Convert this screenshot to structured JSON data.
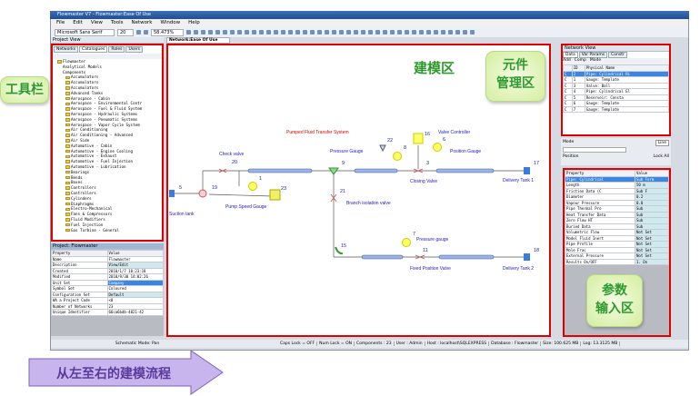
{
  "window": {
    "title": "Flowmaster V7 - Flowmaster:Ease Of Use",
    "menu": [
      "File",
      "Edit",
      "View",
      "Tools",
      "Network",
      "Window",
      "Help"
    ]
  },
  "toolbar": {
    "font": "Microsoft Sans Serif",
    "size": "20",
    "zoom": "58.473%"
  },
  "project_view": {
    "title": "Project View",
    "tabs": [
      "Networks",
      "Catalogues",
      "Roles",
      "Users"
    ],
    "tree": [
      "Flowmaster",
      "Analytical Models",
      "Components",
      "Accumulators",
      "Accumulators",
      "Accumulators",
      "Advanced Tanks",
      "Aerospace - Cabin",
      "Aerospace - Environmental Contr",
      "Aerospace - Fuel & Fluid System",
      "Aerospace - Hydraulic Systems",
      "Aerospace - Pneumatic Systems",
      "Aerospace - Vapor Cycle System",
      "Air Conditioning",
      "Air Conditioning - Advanced",
      "Air Side",
      "Automotive - Cabin",
      "Automotive - Engine Cooling",
      "Automotive - Exhaust",
      "Automotive - Fuel Injection",
      "Automotive - Lubrication",
      "Bearings",
      "Bends",
      "Boxes",
      "Controllers",
      "Controllers",
      "Cylinders",
      "Diaphragms",
      "Electro-Mechanical",
      "Fans & Compressors",
      "Fluid Modifiers",
      "Fuel Injection",
      "Gas Turbine - General"
    ]
  },
  "project_props": {
    "title": "Project: Flowmaster",
    "headers": [
      "Property",
      "Value"
    ],
    "rows": [
      [
        "Name",
        "Flowmaster"
      ],
      [
        "Description",
        "View/Edit"
      ],
      [
        "Created",
        "2010/1/7 10:23:18"
      ],
      [
        "Modified",
        "2010/9/30 14:02:26"
      ],
      [
        "Unit Set",
        "Company"
      ],
      [
        "Symbol Set",
        "Coloured"
      ],
      [
        "Configuration Set",
        "Default"
      ],
      [
        "WA a Project Code",
        "<0"
      ],
      [
        "Number of Networks",
        "23"
      ],
      [
        "Unique Identifier",
        "66ca6bdb-4821-42"
      ]
    ]
  },
  "network_tab": "Network:Ease Of Use",
  "schematic": {
    "title": "Pumped Fluid Transfer System",
    "labels": {
      "check_valve": "Check valve",
      "pump_speed_gauge": "Pump Speed Gauge",
      "suction_tank": "Suction tank",
      "pressure_gauge": "Pressure Gauge",
      "valve_controller": "Valve Controller",
      "position_gauge": "Position Gauge",
      "closing_valve": "Closing Valve",
      "delivery_tank_1": "Delivery Tank 1",
      "branch_isolation_valve": "Branch isolation valve",
      "pressure_gauge_2": "Pressure gauge",
      "fixed_position_valve": "Fixed Position Valve",
      "delivery_tank_2": "Delivery Tank 2"
    },
    "ids": {
      "tank_suction": "5",
      "pump": "19",
      "check": "20",
      "gauge1": "1",
      "gauge23": "23",
      "junction": "9",
      "funnel": "22",
      "gauge8": "8",
      "controller": "16",
      "gauge6": "6",
      "closing": "3",
      "tank1": "17",
      "branch": "21",
      "bend": "15",
      "gauge7": "7",
      "fixed": "11",
      "tank2": "18"
    }
  },
  "network_view": {
    "title": "Network View",
    "tabs": [
      "Data",
      "Var Params",
      "Constr"
    ],
    "toolbar": {
      "add": "Add",
      "comp": "Comp",
      "mode": "Mode"
    },
    "headers": [
      "",
      "ID",
      "Physical Name"
    ],
    "rows": [
      [
        "C",
        "2",
        "Pipe: Cylindrical Ri"
      ],
      [
        "C",
        "1",
        "Gauge: Template"
      ],
      [
        "C",
        "3",
        "Valve: Ball"
      ],
      [
        "C",
        "4",
        "Pipe: Cylindrical El"
      ],
      [
        "C",
        "5",
        "Reservoir: Consta"
      ],
      [
        "C",
        "6",
        "Gauge: Template"
      ],
      [
        "C",
        "7",
        "Gauge: Template"
      ]
    ]
  },
  "mode_bar": {
    "mode": "Mode",
    "line": "Line",
    "position": "Position",
    "lock": "Lock All"
  },
  "params": {
    "headers": [
      "Property",
      "Value"
    ],
    "rows": [
      [
        "Pipe: Cylindrical",
        "Sub Form"
      ],
      [
        "Length",
        "50 m"
      ],
      [
        "Friction Data (C",
        "Sub F"
      ],
      [
        "Diameter",
        "0.2"
      ],
      [
        "Vapour Pressure",
        "0.0"
      ],
      [
        "Pipe Thermal Pro",
        "Sub"
      ],
      [
        "Heat Transfer Data",
        "Sub"
      ],
      [
        "Zero Flow HT",
        "Sub"
      ],
      [
        "Buried Data",
        "Sub"
      ],
      [
        "Volumetric Flow",
        "Not Set"
      ],
      [
        "Model Fluid Inert",
        "Not Set"
      ],
      [
        "Pipe Profile",
        "Not Set"
      ],
      [
        "Mole Frac",
        "Not Set"
      ],
      [
        "External Pressure",
        "Not Set"
      ],
      [
        "Results On/OFF",
        "1. On"
      ]
    ]
  },
  "status": {
    "mode": "Schematic Mode: Pan",
    "items": [
      "Caps Lock = OFF",
      "Num Lock = ON",
      "Components : 23",
      "User : Admin",
      "Host : localhost\\SQLEXPRESS",
      "Database : Flowmaster",
      "Size: 100.625 MB",
      "Log: 13.3125 MB"
    ]
  },
  "callouts": {
    "toolbar": "工具栏",
    "modeling": "建模区",
    "component_mgmt_1": "元件",
    "component_mgmt_2": "管理区",
    "param_1": "参数",
    "param_2": "输入区",
    "flow": "从左至右的建模流程"
  },
  "colors": {
    "highlight": "#e00000",
    "callout_text": "#2e9a2e",
    "arrow": "#8fb6e8",
    "flow_arrow": "#b79ae0",
    "label_blue": "#1a1ad0",
    "title_red": "#e00000"
  }
}
